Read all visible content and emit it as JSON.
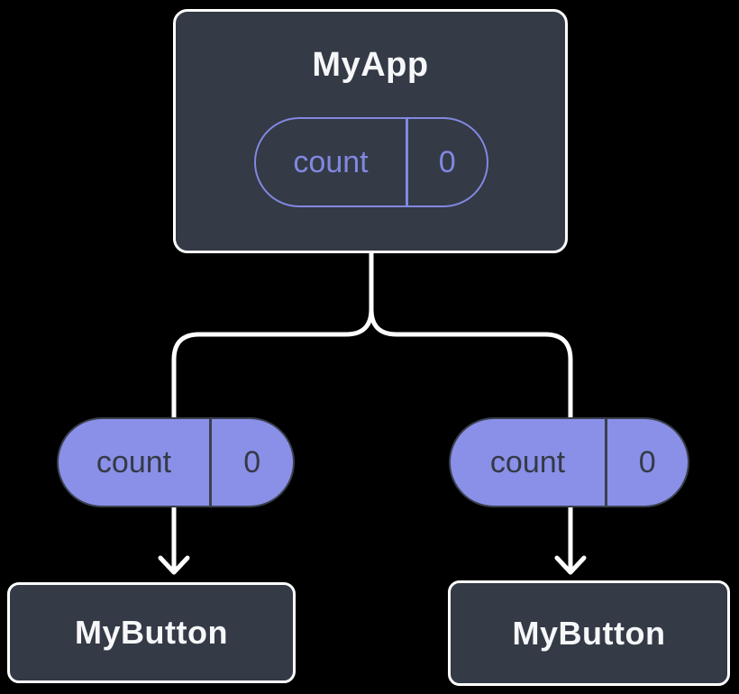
{
  "diagram": {
    "type": "component-tree",
    "background": "#000000",
    "colors": {
      "card_fill": "#343A46",
      "card_border": "#FFFFFF",
      "connector": "#FFFFFF",
      "purple_outline": "#8188E0",
      "purple_fill": "#8A90E8",
      "pill_dark_border": "#3A404C",
      "light_text": "#F6F7F9",
      "dark_text": "#343A46"
    },
    "root": {
      "label": "MyApp",
      "state": {
        "name": "count",
        "value": "0"
      }
    },
    "children": [
      {
        "state": {
          "name": "count",
          "value": "0"
        },
        "label": "MyButton"
      },
      {
        "state": {
          "name": "count",
          "value": "0"
        },
        "label": "MyButton"
      }
    ]
  }
}
